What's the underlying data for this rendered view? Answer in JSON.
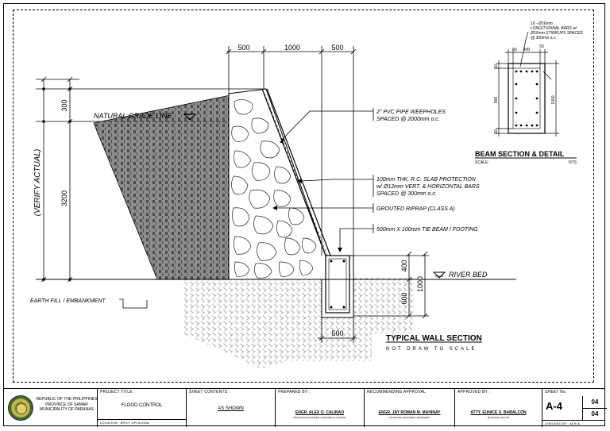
{
  "dimensions": {
    "d500_left": "500",
    "d1000": "1000",
    "d500_right": "500",
    "d300": "300",
    "d3200": "3200",
    "d400": "400",
    "d600": "600",
    "d1000_v": "1000",
    "d500_bottom": "500"
  },
  "labels": {
    "verify_actual": "(VERIFY ACTUAL)",
    "natural_grade_line": "NATURAL GRADE LINE",
    "river_bed": "RIVER BED",
    "earth_fill": "EARTH FILL / EMBANKMENT"
  },
  "callouts": {
    "weepholes_1": "2\" PVC PIPE WEEPHOLES",
    "weepholes_2": "SPACED @ 2000mm o.c.",
    "slab_1": "100mm THK. R.C. SLAB PROTECTION",
    "slab_2": "w/ Ø12mm VERT. & HORIZONTAL BARS",
    "slab_3": "SPACED @ 300mm o.c.",
    "riprap": "GROUTED RIPRAP (CLASS A)",
    "tie_beam": "500mm X 100mm TIE BEAM / FOOTING"
  },
  "wall_section": {
    "title": "TYPICAL WALL SECTION",
    "subtitle": "NOT DRAW TO SCALE"
  },
  "beam_detail": {
    "note_1": "16 - Ø16mm",
    "note_2": "LONGITUDINAL BARS w/",
    "note_3": "Ø10mm STIRRUPS SPACED",
    "note_4": "@ 300mm o.c.",
    "dim_top_50a": "50",
    "dim_top_400": "400",
    "dim_top_50b": "50",
    "dim_left_50a": "50",
    "dim_left_900": "900",
    "dim_left_50b": "50",
    "dim_right_1000": "1000",
    "title": "BEAM SECTION & DETAIL",
    "scale_label": "SCALE:",
    "scale_value": "NTS"
  },
  "titleblock": {
    "agency_1": "REPUBLIC OF THE PHILIPPINES",
    "agency_2": "PROVINCE OF SAMAR",
    "agency_3": "MUNICIPALITY OF PARANAS",
    "project_title_head": "PROJECT TITLE :",
    "project_title": "FLOOD CONTROL",
    "location": "LOCATION : BRGY. APOLONIA",
    "sheet_contents_head": "SHEET CONTENTS :",
    "sheet_contents": "AS SHOWN",
    "prepared_head": "PREPARED BY :",
    "prepared_name": "ENGR. ALEX O. CALINAO",
    "prepared_role": "MUNICIPAL ENGINEER / OFFICER-IN-CHARGE",
    "recommending_head": "RECOMMENDING APPROVAL",
    "recommending_name": "ENGR. JAY ROMAN M. MAHINAY",
    "recommending_role": "MUNICIPAL ENGINEER / DESIGNER",
    "approved_head": "APPROVED BY :",
    "approved_name": "ATTY. EUNICE U. BABALCON",
    "approved_role": "MUNICIPAL MAYOR",
    "sheet_no_head": "SHEET No.",
    "sheet_id": "A-4",
    "sheet_num": "04",
    "sheet_total": "04",
    "checked": "CHECKED BY : M.R.A."
  }
}
